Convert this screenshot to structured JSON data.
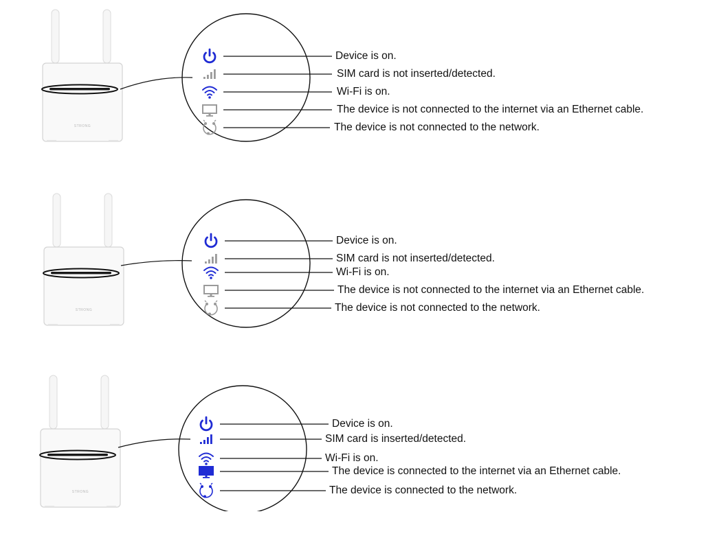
{
  "colors": {
    "active": "#1f2bd4",
    "inactive": "#9a9a9a",
    "line": "#111111"
  },
  "brand_text": "STRONG",
  "panels": [
    {
      "statuses": [
        {
          "icon": "power-icon",
          "state": "active",
          "label": "Device is on."
        },
        {
          "icon": "signal-bars-icon",
          "state": "inactive",
          "label": "SIM card is not inserted/detected."
        },
        {
          "icon": "wifi-icon",
          "state": "active",
          "label": "Wi-Fi is on."
        },
        {
          "icon": "monitor-icon",
          "state": "inactive",
          "label": "The device is not connected to the internet via an Ethernet cable."
        },
        {
          "icon": "network-icon",
          "state": "inactive",
          "label": "The device is not connected to the network."
        }
      ]
    },
    {
      "statuses": [
        {
          "icon": "power-icon",
          "state": "active",
          "label": "Device is on."
        },
        {
          "icon": "signal-bars-icon",
          "state": "inactive",
          "label": "SIM card is not inserted/detected."
        },
        {
          "icon": "wifi-icon",
          "state": "active",
          "label": "Wi-Fi is on."
        },
        {
          "icon": "monitor-icon",
          "state": "inactive",
          "label": "The device is not connected to the internet via an Ethernet cable."
        },
        {
          "icon": "network-icon",
          "state": "inactive",
          "label": "The device is not connected to the network."
        }
      ]
    },
    {
      "statuses": [
        {
          "icon": "power-icon",
          "state": "active",
          "label": "Device is on."
        },
        {
          "icon": "signal-bars-icon",
          "state": "active",
          "label": "SIM card is inserted/detected."
        },
        {
          "icon": "wifi-icon",
          "state": "active",
          "label": "Wi-Fi is on."
        },
        {
          "icon": "monitor-icon",
          "state": "active",
          "label": "The device is connected to the internet via an Ethernet cable."
        },
        {
          "icon": "network-icon",
          "state": "active",
          "label": "The device is connected to the network."
        }
      ]
    }
  ]
}
